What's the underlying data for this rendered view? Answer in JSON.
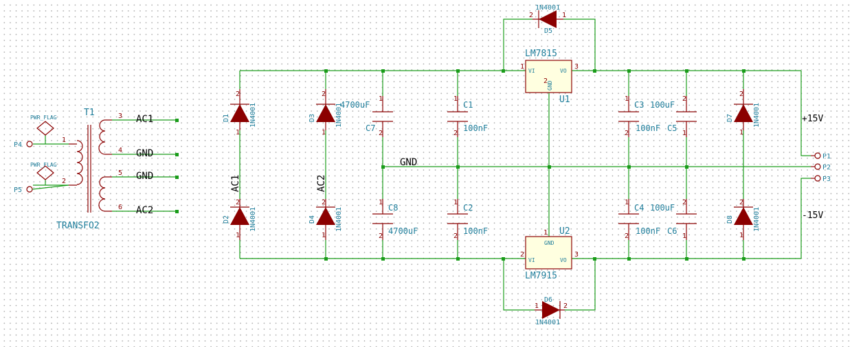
{
  "transformer": {
    "ref": "T1",
    "value": "TRANSFO2",
    "pins": [
      "1",
      "2",
      "3",
      "4",
      "5",
      "6"
    ],
    "nets": [
      "AC1",
      "GND",
      "GND",
      "AC2"
    ]
  },
  "pwr_flags": [
    "PWR_FLAG",
    "PWR_FLAG"
  ],
  "ports": {
    "p4": "P4",
    "p5": "P5",
    "p1": "P1",
    "p2": "P2",
    "p3": "P3"
  },
  "diodes": [
    {
      "ref": "D1",
      "value": "1N4001"
    },
    {
      "ref": "D2",
      "value": "1N4001"
    },
    {
      "ref": "D3",
      "value": "1N4001"
    },
    {
      "ref": "D4",
      "value": "1N4001"
    },
    {
      "ref": "D5",
      "value": "1N4001"
    },
    {
      "ref": "D6",
      "value": "1N4001"
    },
    {
      "ref": "D7",
      "value": "1N4001"
    },
    {
      "ref": "D8",
      "value": "1N4001"
    }
  ],
  "capacitors": [
    {
      "ref": "C7",
      "value": "4700uF"
    },
    {
      "ref": "C8",
      "value": "4700uF"
    },
    {
      "ref": "C1",
      "value": "100nF"
    },
    {
      "ref": "C2",
      "value": "100nF"
    },
    {
      "ref": "C3",
      "value": "100uF"
    },
    {
      "ref": "C4",
      "value": "100uF"
    },
    {
      "ref": "C5",
      "value": "100nF"
    },
    {
      "ref": "C6",
      "value": "100nF"
    }
  ],
  "regulators": [
    {
      "ref": "U1",
      "value": "LM7815",
      "pin_vi": "VI",
      "pin_vo": "VO",
      "pin_gnd": "GND"
    },
    {
      "ref": "U2",
      "value": "LM7915",
      "pin_vi": "VI",
      "pin_vo": "VO",
      "pin_gnd": "GND"
    }
  ],
  "net_labels": {
    "ac1": "AC1",
    "ac2": "AC2",
    "gnd": "GND"
  },
  "outputs": {
    "positive": "+15V",
    "negative": "-15V"
  }
}
